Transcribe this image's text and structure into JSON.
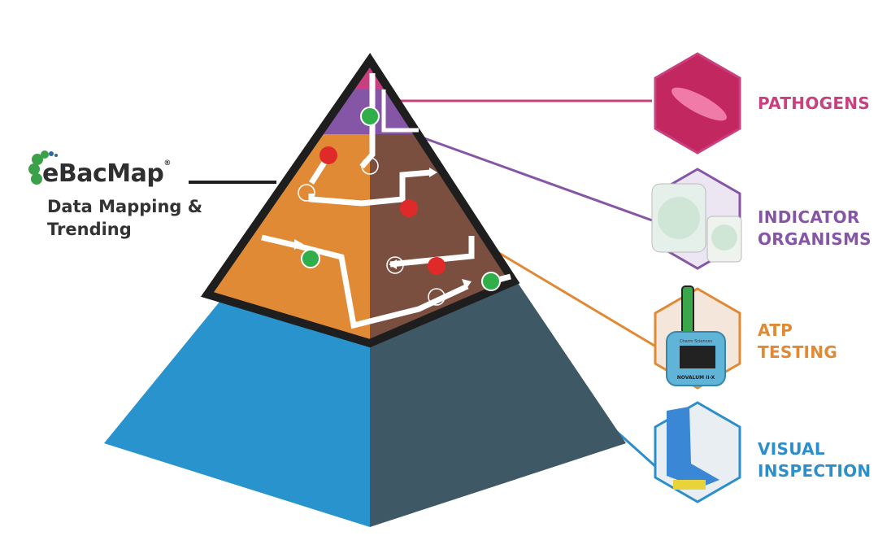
{
  "logo": {
    "name": "eBacMap",
    "registered": "®"
  },
  "tagline": [
    "Data Mapping &",
    "Trending"
  ],
  "tiers": [
    {
      "id": "pathogens",
      "lines": [
        "PATHOGENS"
      ],
      "color": "#c8407f"
    },
    {
      "id": "indicator-organisms",
      "lines": [
        "INDICATOR",
        "ORGANISMS"
      ],
      "color": "#8656a6"
    },
    {
      "id": "atp-testing",
      "lines": [
        "ATP",
        "TESTING"
      ],
      "color": "#e08a35"
    },
    {
      "id": "visual-inspection",
      "lines": [
        "VISUAL",
        "INSPECTION"
      ],
      "color": "#2c8fcb"
    }
  ],
  "device": {
    "brand": "Charm Sciences",
    "model": "NOVALUM II-X"
  },
  "colors": {
    "orange_face": "#e08a35",
    "brown_face": "#7a4f40",
    "blue_face": "#2893cc",
    "slate_face": "#3f5865",
    "purple": "#8656a6",
    "magenta": "#c8407f",
    "border": "#1e1e1e"
  }
}
